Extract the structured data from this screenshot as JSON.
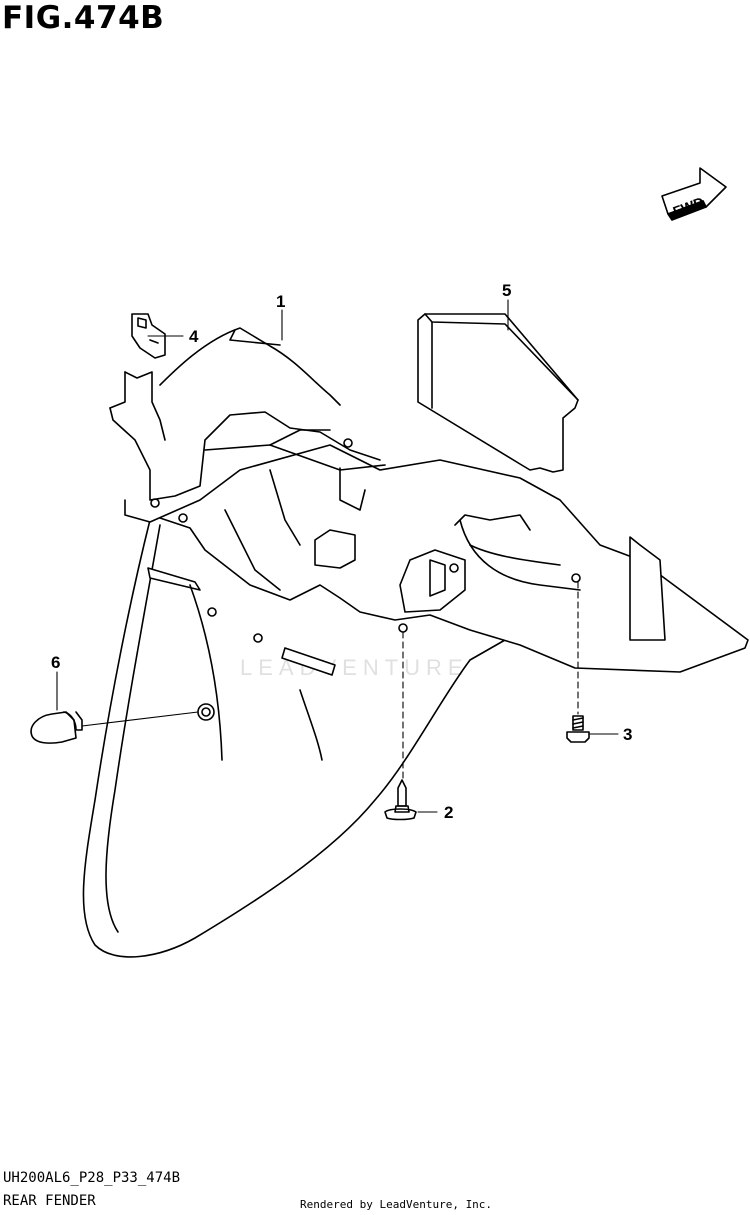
{
  "figure": {
    "title": "FIG.474B",
    "fwd_label": "FWD"
  },
  "callouts": [
    {
      "id": "1",
      "label": "1"
    },
    {
      "id": "2",
      "label": "2"
    },
    {
      "id": "3",
      "label": "3"
    },
    {
      "id": "4",
      "label": "4"
    },
    {
      "id": "5",
      "label": "5"
    },
    {
      "id": "6",
      "label": "6"
    }
  ],
  "watermark": "LEADVENTURE",
  "footer": {
    "code": "UH200AL6_P28_P33_474B",
    "name": "REAR FENDER",
    "credit": "Rendered by LeadVenture, Inc."
  }
}
